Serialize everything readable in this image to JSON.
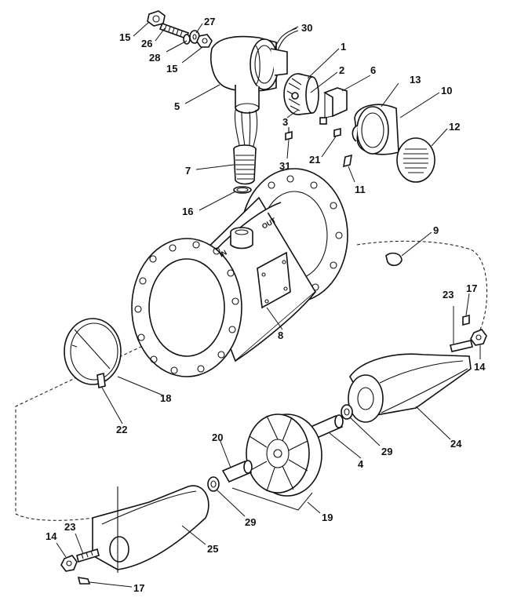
{
  "flange_text": {
    "in": "IN",
    "out": "OUT"
  },
  "labels": [
    {
      "id": "15a",
      "text": "15"
    },
    {
      "id": "26",
      "text": "26"
    },
    {
      "id": "27",
      "text": "27"
    },
    {
      "id": "28",
      "text": "28"
    },
    {
      "id": "15b",
      "text": "15"
    },
    {
      "id": "30",
      "text": "30"
    },
    {
      "id": "1",
      "text": "1"
    },
    {
      "id": "2",
      "text": "2"
    },
    {
      "id": "6",
      "text": "6"
    },
    {
      "id": "13",
      "text": "13"
    },
    {
      "id": "10",
      "text": "10"
    },
    {
      "id": "5",
      "text": "5"
    },
    {
      "id": "3",
      "text": "3"
    },
    {
      "id": "12",
      "text": "12"
    },
    {
      "id": "7",
      "text": "7"
    },
    {
      "id": "31",
      "text": "31"
    },
    {
      "id": "21",
      "text": "21"
    },
    {
      "id": "11",
      "text": "11"
    },
    {
      "id": "16",
      "text": "16"
    },
    {
      "id": "9",
      "text": "9"
    },
    {
      "id": "8",
      "text": "8"
    },
    {
      "id": "23a",
      "text": "23"
    },
    {
      "id": "17a",
      "text": "17"
    },
    {
      "id": "14a",
      "text": "14"
    },
    {
      "id": "18",
      "text": "18"
    },
    {
      "id": "22",
      "text": "22"
    },
    {
      "id": "24",
      "text": "24"
    },
    {
      "id": "20",
      "text": "20"
    },
    {
      "id": "29a",
      "text": "29"
    },
    {
      "id": "4",
      "text": "4"
    },
    {
      "id": "29b",
      "text": "29"
    },
    {
      "id": "19",
      "text": "19"
    },
    {
      "id": "14b",
      "text": "14"
    },
    {
      "id": "23b",
      "text": "23"
    },
    {
      "id": "25",
      "text": "25"
    },
    {
      "id": "17b",
      "text": "17"
    }
  ]
}
